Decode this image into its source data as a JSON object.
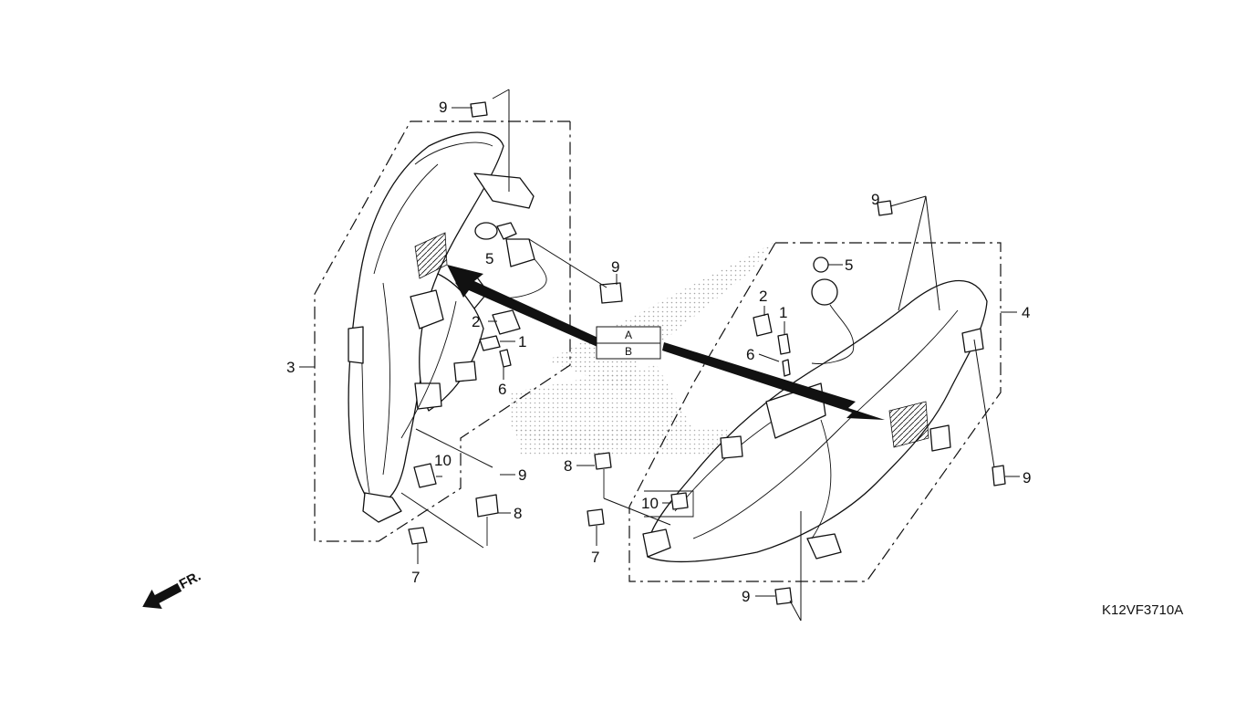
{
  "diagram": {
    "reference_code": "K12VF3710A",
    "direction_label": "FR.",
    "connector_labels": [
      "A",
      "B"
    ],
    "callouts": {
      "left_assembly": "3",
      "right_assembly": "4",
      "left": {
        "screw_top": "9",
        "screw_mid": "9",
        "bulb": "5",
        "socket": "2",
        "cap": "1",
        "screw_small": "6",
        "screw_lower": "9",
        "grommet": "10",
        "bolt": "8",
        "clip": "7"
      },
      "right": {
        "screw_top": "9",
        "bulb": "5",
        "socket": "2",
        "cap": "1",
        "screw_small": "6",
        "bolt": "8",
        "grommet": "10",
        "clip": "7",
        "screw_side": "9",
        "screw_bottom": "9"
      }
    }
  }
}
